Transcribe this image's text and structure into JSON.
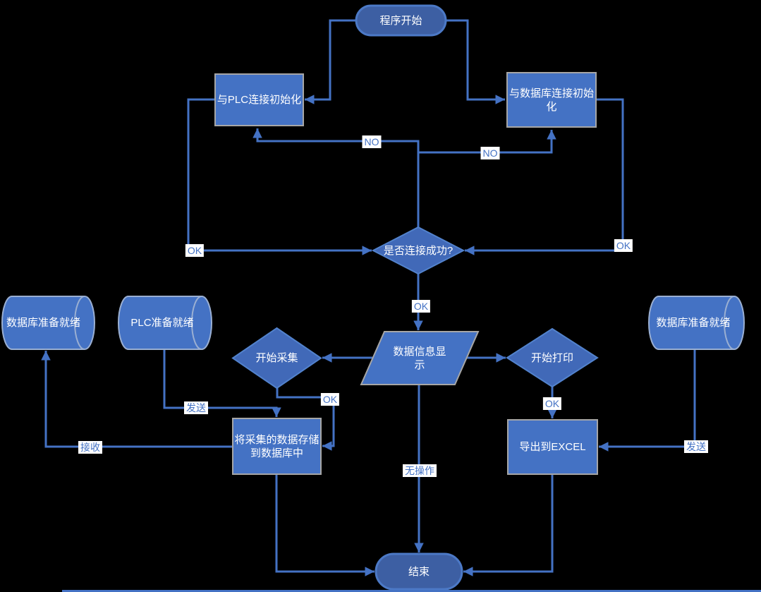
{
  "colors": {
    "background": "#000000",
    "accent": "#4472C4",
    "node_fill": "#4472C4",
    "terminator_fill": "#3D5FA3",
    "terminator_stroke": "#4C79C6",
    "process_stroke": "#A6A6A6",
    "cylinder_stroke": "#9AAFD2",
    "label_text": "#4472C4",
    "label_bg": "#FFFFFF",
    "node_text": "#FFFFFF"
  },
  "nodes": {
    "start": {
      "type": "terminator",
      "label": "程序开始"
    },
    "plc_init": {
      "type": "process",
      "label": "与PLC连接初始化"
    },
    "db_init": {
      "type": "process",
      "label": "与数据库连接初始化"
    },
    "connect_success": {
      "type": "decision",
      "label": "是否连接成功?"
    },
    "db_ready_left": {
      "type": "stored-data",
      "label": "数据库准备就绪"
    },
    "plc_ready": {
      "type": "stored-data",
      "label": "PLC准备就绪"
    },
    "db_ready_right": {
      "type": "stored-data",
      "label": "数据库准备就绪"
    },
    "start_collect": {
      "type": "decision",
      "label": "开始采集"
    },
    "data_display": {
      "type": "data",
      "label": "数据信息显示"
    },
    "start_print": {
      "type": "decision",
      "label": "开始打印"
    },
    "store_data": {
      "type": "process",
      "label": "将采集的数据存储到数据库中"
    },
    "export_excel": {
      "type": "process",
      "label": "导出到EXCEL"
    },
    "end": {
      "type": "terminator",
      "label": "结束"
    }
  },
  "edge_labels": {
    "no_left": "NO",
    "no_right": "NO",
    "ok_left": "OK",
    "ok_right": "OK",
    "ok_connect": "OK",
    "ok_collect": "OK",
    "ok_print": "OK",
    "send_plc": "发送",
    "send_db": "发送",
    "receive": "接收",
    "no_action": "无操作"
  }
}
